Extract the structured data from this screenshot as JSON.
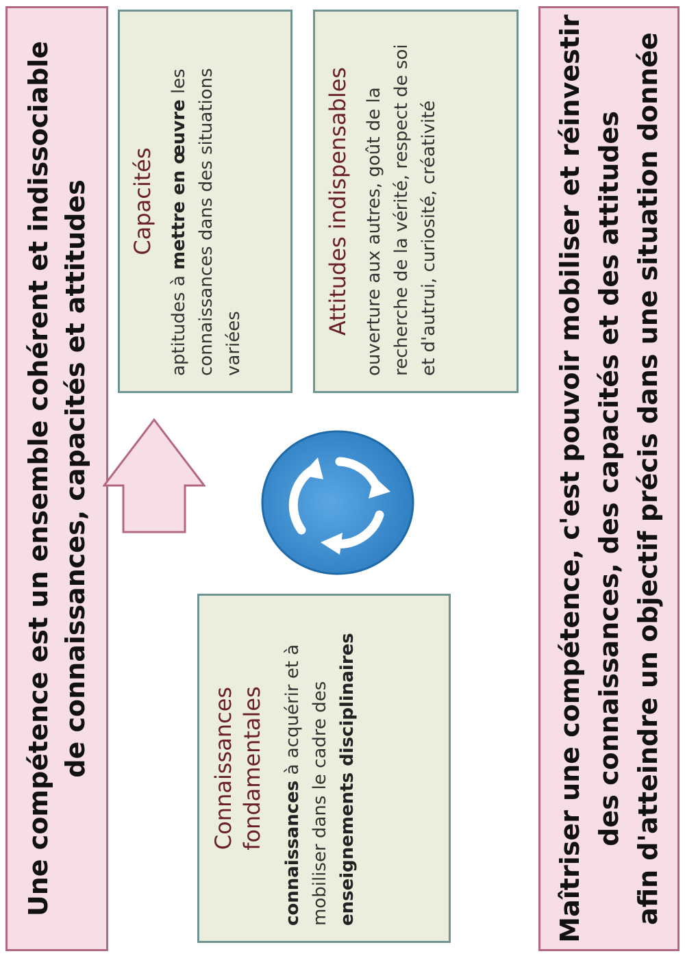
{
  "banner_top": {
    "line1": "Une compétence est un ensemble cohérent et indissociable",
    "line2": "de connaissances, capacités et attitudes"
  },
  "connaissances": {
    "title_line1": "Connaissances",
    "title_line2": "fondamentales",
    "text_bold1": "connaissances",
    "text_mid": " à acquérir et à mobiliser dans le cadre des ",
    "text_bold2": "enseignements disciplinaires"
  },
  "capacites": {
    "title": "Capacités",
    "text_pre": "aptitudes à ",
    "text_bold": "mettre en œuvre",
    "text_post": " les connaissances dans des situations variées"
  },
  "attitudes": {
    "title": "Attitudes indispensables",
    "text": "ouverture aux autres, goût de la recherche de la vérité, respect de soi et d'autrui, curiosité, créativité"
  },
  "banner_bottom": {
    "line1": "Maîtriser une compétence, c'est pouvoir mobiliser et réinvestir",
    "line2": "des connaissances, des capacités et des attitudes",
    "line3": "afin d'atteindre un objectif précis dans une situation donnée"
  },
  "colors": {
    "banner_fill": "#f6dde6",
    "banner_border": "#b4687f",
    "card_fill": "#ebeedc",
    "card_border": "#6f9494",
    "title_color": "#6a2029",
    "cycle_blue": "#3d8fd1"
  },
  "icons": {
    "arrow": "right-arrow-icon",
    "cycle": "circular-arrows-icon"
  }
}
